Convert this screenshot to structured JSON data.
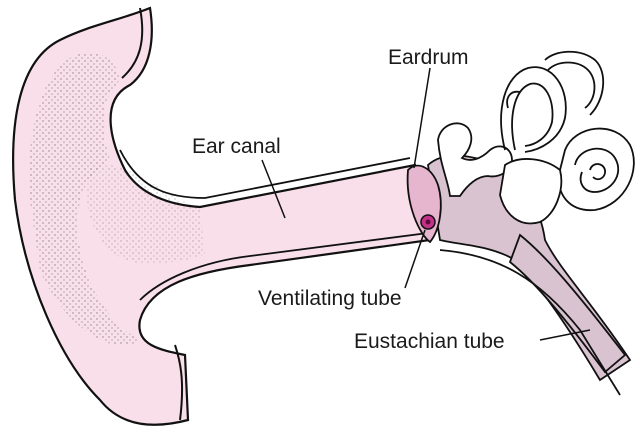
{
  "labels": {
    "eardrum": "Eardrum",
    "ear_canal": "Ear canal",
    "ventilating_tube": "Ventilating tube",
    "eustachian_tube": "Eustachian tube"
  },
  "colors": {
    "tissue_pink": "#f9dfe9",
    "middle_ear_mauve": "#d9c3d0",
    "tube_magenta": "#c2328a",
    "outline": "#111111"
  }
}
